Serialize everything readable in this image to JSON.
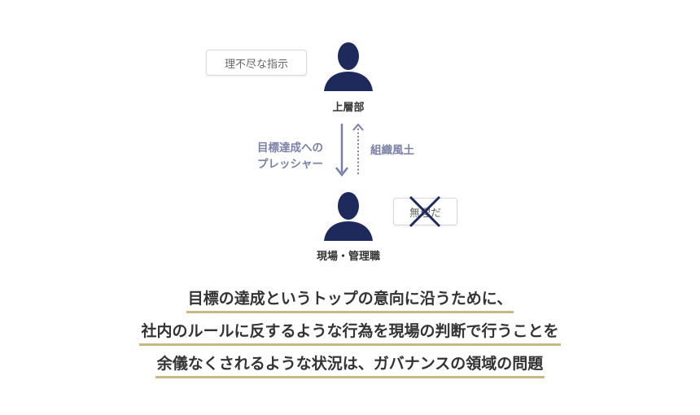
{
  "top_person": {
    "label": "上層部",
    "bubble": "理不尽な指示",
    "icon": "person-silhouette-icon"
  },
  "bottom_person": {
    "label": "現場・管理職",
    "bubble": "無理だ",
    "bubble_crossed": true,
    "icon": "person-silhouette-icon"
  },
  "arrows": {
    "down_label_line1": "目標達成への",
    "down_label_line2": "プレッシャー",
    "up_label": "組織風土"
  },
  "summary": {
    "line1": "目標の達成というトップの意向に沿うために、",
    "line2": "社内のルールに反するような行為を現場の判断で行うことを",
    "line3": "余儀なくされるような状況は、ガバナンスの領域の問題"
  },
  "colors": {
    "figure": "#1f2a5c",
    "arrow": "#7b80a6",
    "underline": "#c9b783",
    "cross": "#1f2a5c"
  }
}
